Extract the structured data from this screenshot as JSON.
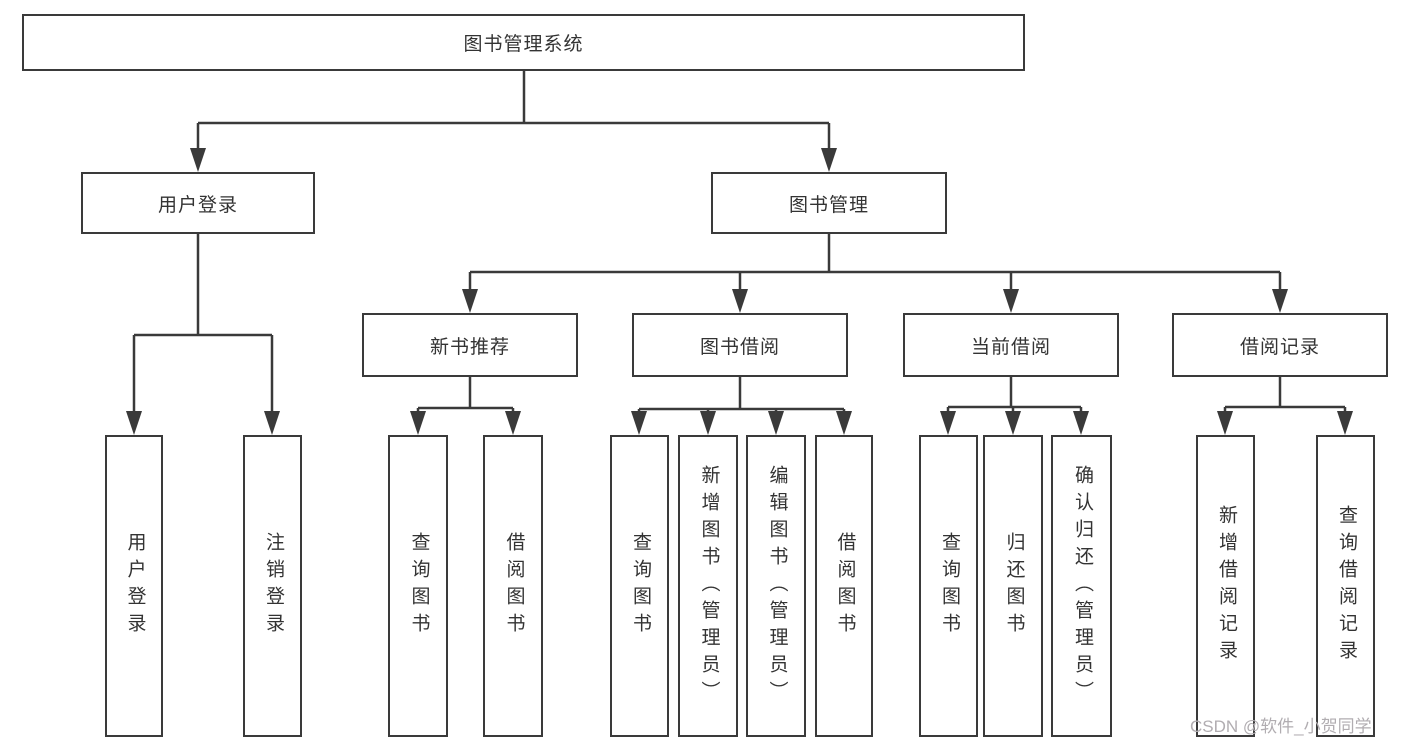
{
  "nodes": {
    "root": "图书管理系统",
    "user_login": "用户登录",
    "book_management": "图书管理",
    "new_book_recommend": "新书推荐",
    "book_borrow": "图书借阅",
    "current_borrow": "当前借阅",
    "borrow_records": "借阅记录",
    "leaves": {
      "user_login_group": [
        "用户登录",
        "注销登录"
      ],
      "recommend_group": [
        "查询图书",
        "借阅图书"
      ],
      "borrow_group": [
        "查询图书",
        "新增图书（管理员）",
        "编辑图书（管理员）",
        "借阅图书"
      ],
      "current_group": [
        "查询图书",
        "归还图书",
        "确认归还（管理员）"
      ],
      "records_group": [
        "新增借阅记录",
        "查询借阅记录"
      ]
    }
  },
  "watermark": "CSDN @软件_小贺同学",
  "colors": {
    "line": "#3a3a3a",
    "text": "#333333",
    "watermark": "#b1adb1",
    "background": "#ffffff"
  }
}
